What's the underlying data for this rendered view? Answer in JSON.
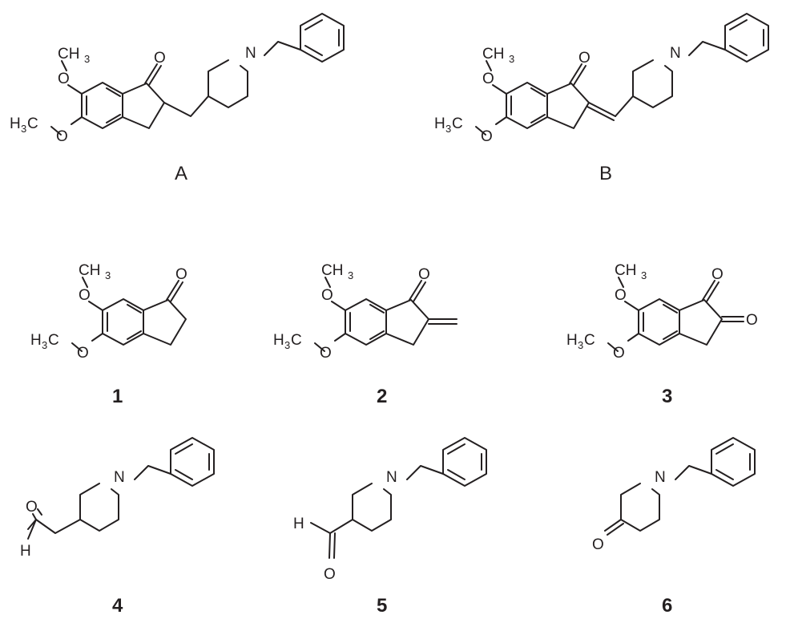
{
  "compounds": [
    {
      "id": "A",
      "label": "A"
    },
    {
      "id": "B",
      "label": "B"
    },
    {
      "id": "1",
      "label": "1"
    },
    {
      "id": "2",
      "label": "2"
    },
    {
      "id": "3",
      "label": "3"
    },
    {
      "id": "4",
      "label": "4"
    },
    {
      "id": "5",
      "label": "5"
    },
    {
      "id": "6",
      "label": "6"
    }
  ],
  "atoms": {
    "methyl_top": "CH",
    "methyl_left": "H",
    "carbon": "C",
    "subscript_3": "3",
    "oxygen": "O",
    "nitrogen": "N",
    "hydrogen": "H"
  }
}
